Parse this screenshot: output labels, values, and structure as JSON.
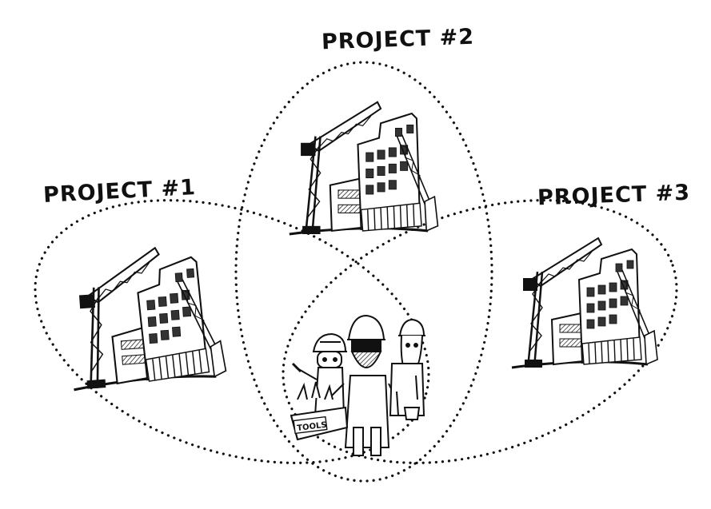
{
  "projects": [
    {
      "label": "PROJECT #1"
    },
    {
      "label": "PROJECT #2"
    },
    {
      "label": "PROJECT #3"
    }
  ],
  "center": {
    "toolbox_label": "TOOLS"
  },
  "colors": {
    "ink": "#111111",
    "background": "#ffffff",
    "hatch": "#333333"
  }
}
